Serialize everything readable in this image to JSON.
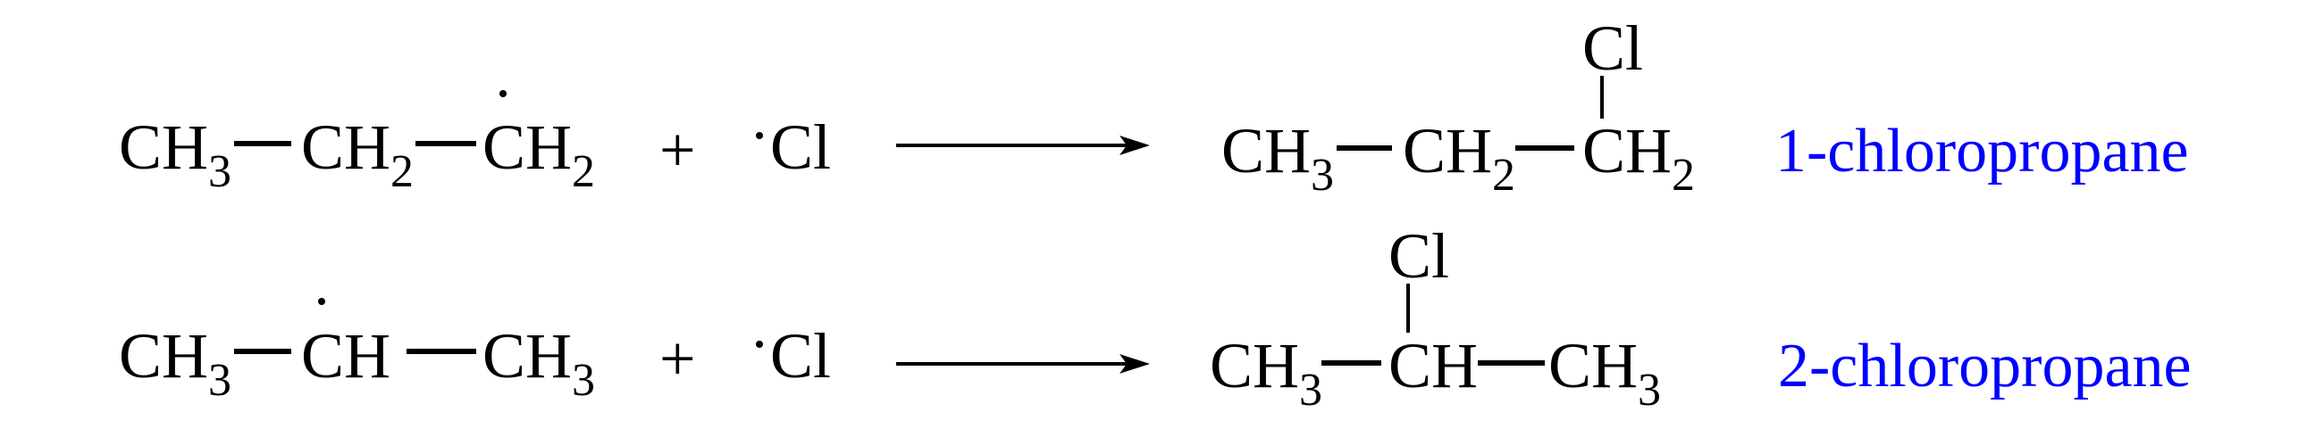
{
  "colors": {
    "text": "#000000",
    "product_name": "#0000ff"
  },
  "reactions": [
    {
      "reactant": [
        {
          "main": "CH",
          "sub": "3"
        },
        {
          "main": "CH",
          "sub": "2"
        },
        {
          "main": "CH",
          "sub": "2"
        }
      ],
      "plus": "+",
      "radical": "Cl",
      "product": [
        {
          "main": "CH",
          "sub": "3"
        },
        {
          "main": "CH",
          "sub": "2"
        },
        {
          "main": "CH",
          "sub": "2"
        }
      ],
      "substituent": "Cl",
      "name": "1-chloropropane"
    },
    {
      "reactant": [
        {
          "main": "CH",
          "sub": "3"
        },
        {
          "main": "CH",
          "sub": ""
        },
        {
          "main": "CH",
          "sub": "3"
        }
      ],
      "plus": "+",
      "radical": "Cl",
      "product": [
        {
          "main": "CH",
          "sub": "3"
        },
        {
          "main": "CH",
          "sub": ""
        },
        {
          "main": "CH",
          "sub": "3"
        }
      ],
      "substituent": "Cl",
      "name": "2-chloropropane"
    }
  ]
}
